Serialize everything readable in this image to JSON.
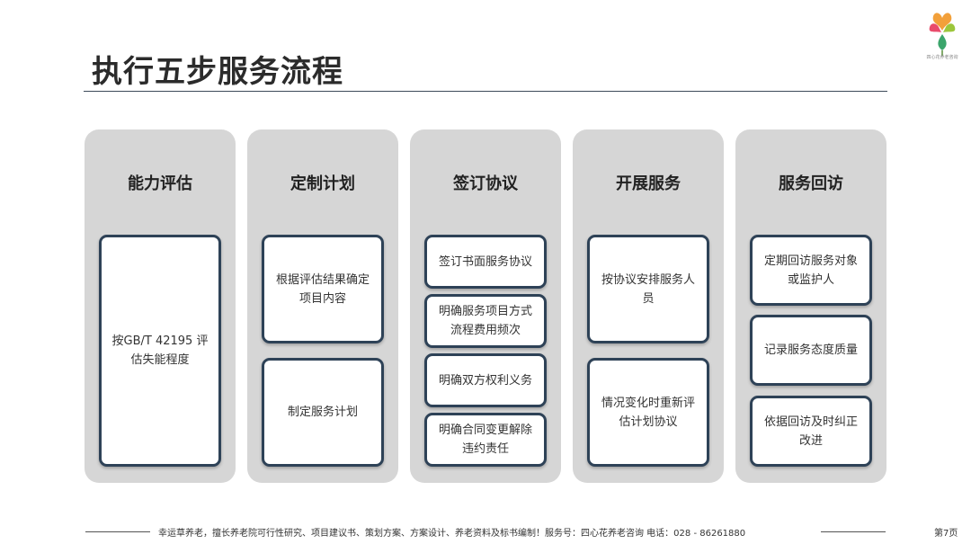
{
  "title": "执行五步服务流程",
  "logo": {
    "icon": "four-heart-flower-logo",
    "caption": "四心花养老咨询"
  },
  "columns": [
    {
      "heading": "能力评估",
      "cards": [
        "按GB/T 42195 评估失能程度"
      ]
    },
    {
      "heading": "定制计划",
      "cards": [
        "根据评估结果确定项目内容",
        "制定服务计划"
      ]
    },
    {
      "heading": "签订协议",
      "cards": [
        "签订书面服务协议",
        "明确服务项目方式流程费用频次",
        "明确双方权利义务",
        "明确合同变更解除违约责任"
      ]
    },
    {
      "heading": "开展服务",
      "cards": [
        "按协议安排服务人员",
        "情况变化时重新评估计划协议"
      ]
    },
    {
      "heading": "服务回访",
      "cards": [
        "定期回访服务对象或监护人",
        "记录服务态度质量",
        "依据回访及时纠正改进"
      ]
    }
  ],
  "footer": {
    "text": "幸运草养老，擅长养老院可行性研究、项目建议书、策划方案、方案设计、养老资料及标书编制！服务号：四心花养老咨询  电话：028 - 86261880",
    "page": "第7页"
  },
  "colors": {
    "card_border": "#2e4257",
    "column_bg": "#d6d6d6",
    "rule": "#3c4a5a"
  }
}
